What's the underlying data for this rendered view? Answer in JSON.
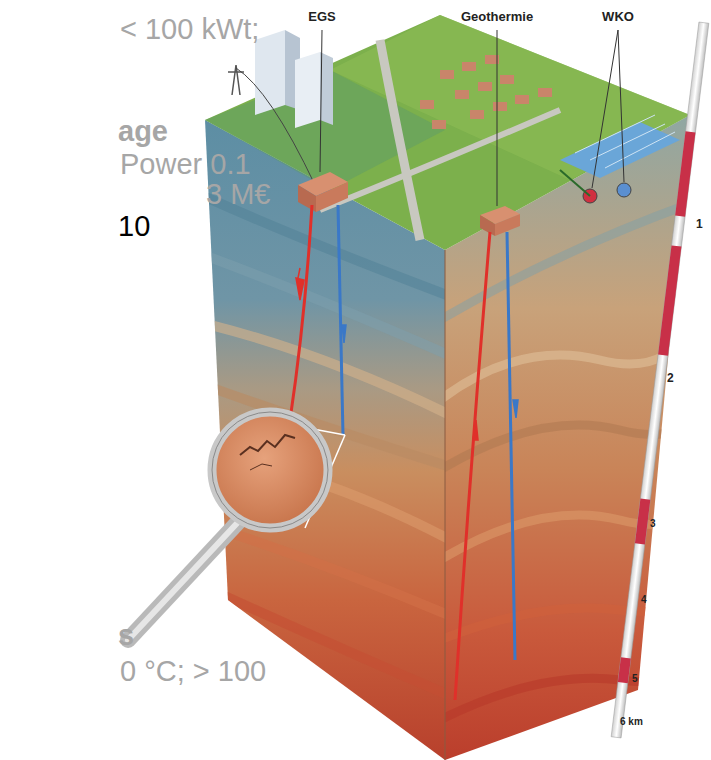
{
  "diagram": {
    "labels": [
      "< 100 kWt;",
      "age",
      "Power 0.1",
      "3 M€",
      "10",
      "s",
      "0 °C; > 100",
      "EGS",
      "Geothermie",
      "WKO",
      "1",
      "2",
      "3",
      "4",
      "5",
      "6 km"
    ]
  }
}
